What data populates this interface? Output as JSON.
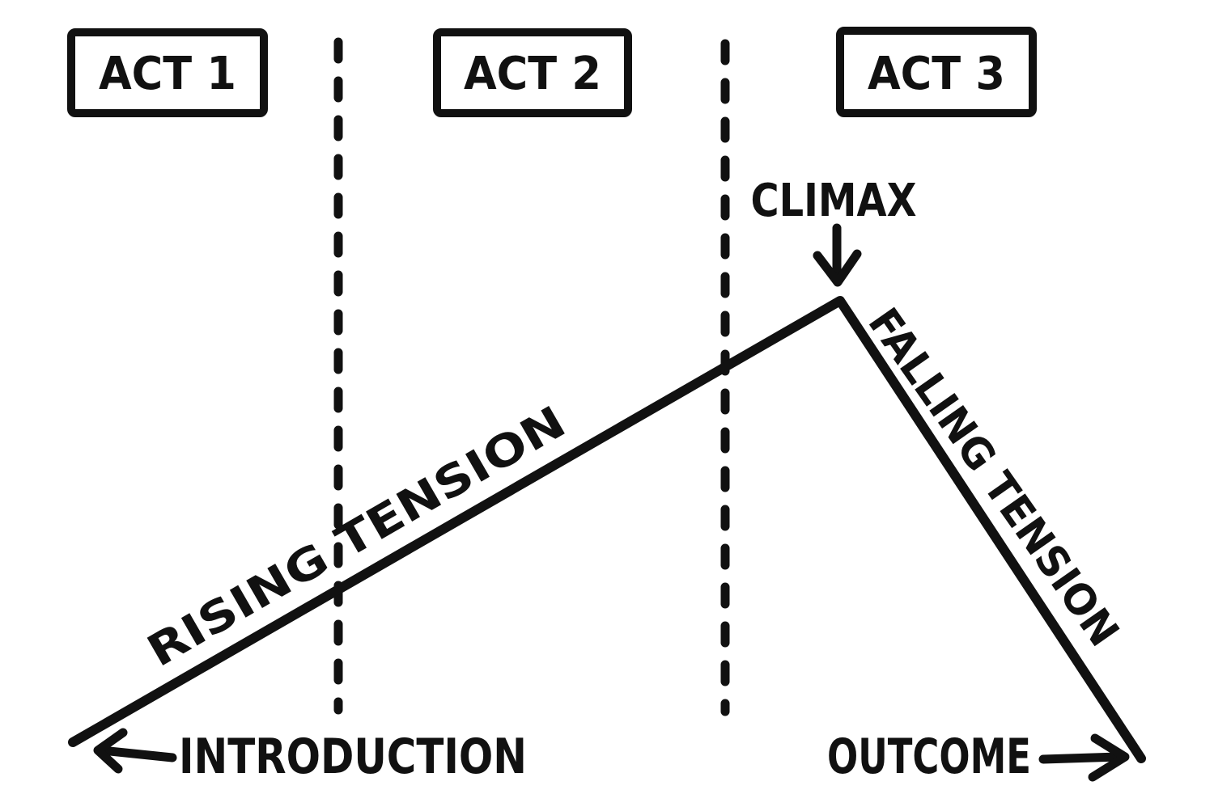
{
  "diagram": {
    "acts": [
      {
        "label": "ACT 1"
      },
      {
        "label": "ACT 2"
      },
      {
        "label": "ACT 3"
      }
    ],
    "annotations": {
      "climax": "CLIMAX",
      "rising_tension": "RISING TENSION",
      "falling_tension": "FALLING TENSION",
      "introduction": "INTRODUCTION",
      "outcome": "OUTCOME"
    },
    "shapes": {
      "act_divider": "vertical-dashed-line",
      "tension_curve": "rise-peak-fall-line"
    },
    "colors": {
      "ink": "#111111",
      "background": "#ffffff"
    }
  }
}
